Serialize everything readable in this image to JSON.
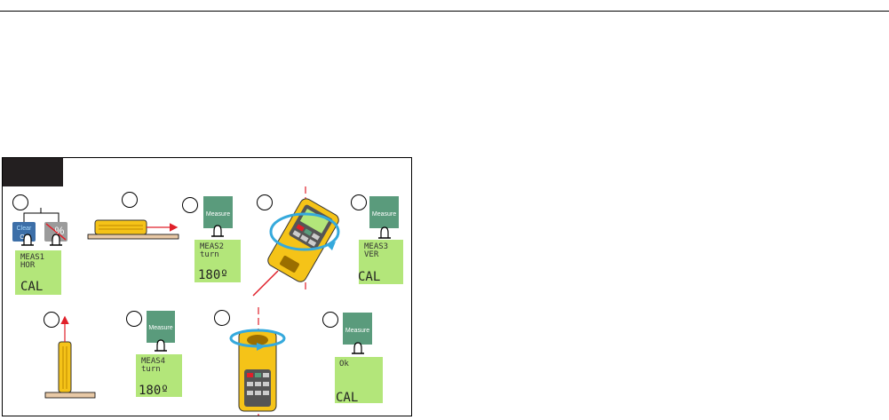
{
  "colors": {
    "lcd": "#b3e67a",
    "measure_button": "#5a9b7c",
    "device_yellow": "#f5c318",
    "laser": "#e0202a",
    "rotate_arrow": "#35a9dc",
    "clear_button": "#3d6fa8",
    "percent_button": "#9b9b9b"
  },
  "buttons": {
    "measure": "Measure",
    "clear_top": "Clear",
    "clear_bottom": "Off",
    "percent": "%"
  },
  "displays": [
    {
      "line1": "MEAS1",
      "line2": "HOR",
      "big": "CAL"
    },
    {
      "line1": "MEAS2",
      "line2": "turn",
      "big": "180º"
    },
    {
      "line1": "MEAS3",
      "line2": "VER",
      "big": "CAL"
    },
    {
      "line1": "MEAS4",
      "line2": "turn",
      "big": "180º"
    },
    {
      "line1": "Ok",
      "line2": "",
      "big": "CAL"
    }
  ],
  "icons": [
    "step-circle-icon",
    "device-flat-icon",
    "device-vertical-icon",
    "device-rotate-icon",
    "laser-arrow-icon",
    "rotate-arrow-icon",
    "press-finger-icon"
  ]
}
